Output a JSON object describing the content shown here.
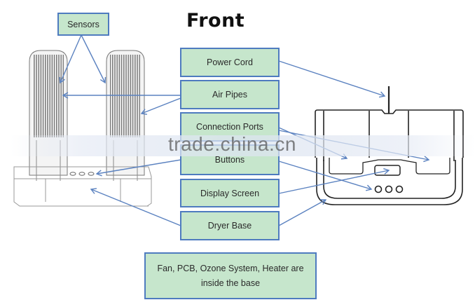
{
  "title": "Front",
  "labels": {
    "sensors": "Sensors",
    "power_cord": "Power Cord",
    "air_pipes": "Air Pipes",
    "connection_ports": "Connection Ports",
    "buttons": "Buttons",
    "display_screen": "Display Screen",
    "dryer_base": "Dryer Base"
  },
  "note": "Fan, PCB, Ozone System, Heater are inside the base",
  "watermark": "trade.china.cn",
  "colors": {
    "box_fill": "#c6e6cc",
    "box_border": "#4e7bbf",
    "arrow": "#5b82c0",
    "drawing": "#333333"
  }
}
